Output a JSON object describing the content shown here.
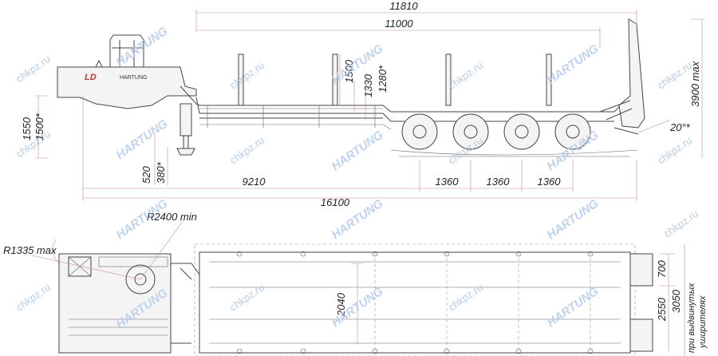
{
  "dimensions": {
    "overall_length_top": "11810",
    "deck_length": "11000",
    "stake_height": "1500",
    "deck_height_1": "1330",
    "deck_height_2": "1280*",
    "max_height": "3900 max",
    "gooseneck_height_1": "1550",
    "gooseneck_height_2": "1500*",
    "leg_height_1": "520",
    "leg_height_2": "380*",
    "ramp_angle": "20°*",
    "kingpin_to_axle": "9210",
    "axle_spacing_1": "1360",
    "axle_spacing_2": "1360",
    "axle_spacing_3": "1360",
    "overall_length": "16100",
    "turning_radius": "R2400 min",
    "front_radius": "R1335 max",
    "inner_width": "2040",
    "overall_width": "2550",
    "extended_width": "3050",
    "ramp_width": "700",
    "extended_note_1": "при выдвинутых",
    "extended_note_2": "уширителях"
  },
  "branding": {
    "logo": "HARTUNG",
    "logo_mark": "LD"
  },
  "watermarks": {
    "site": "chkpz.ru",
    "brand": "HARTUNG"
  },
  "colors": {
    "line": "#444444",
    "dimension_line": "#c98a8a",
    "watermark": "#a9c3e6",
    "logo_red": "#c0392b"
  }
}
